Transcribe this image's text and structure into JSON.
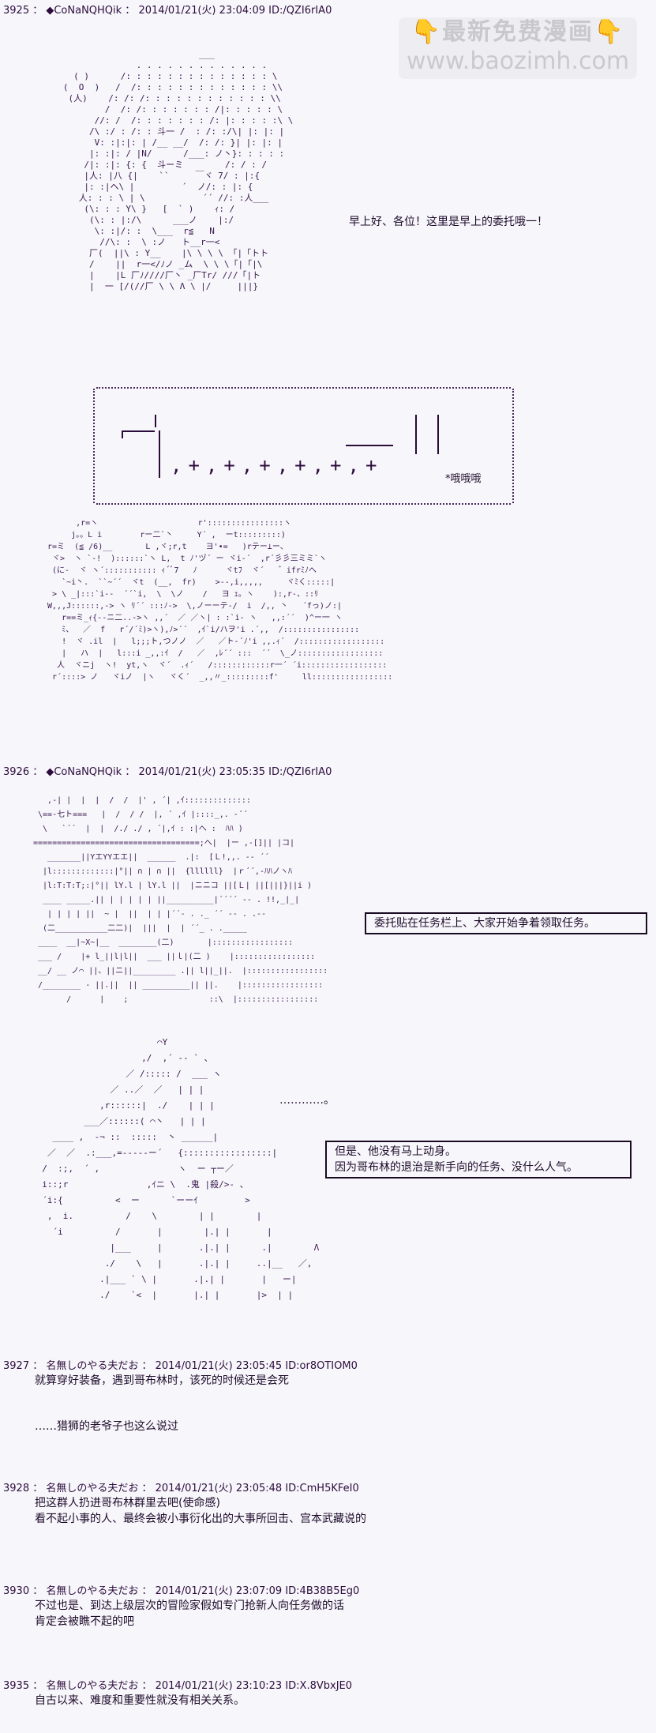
{
  "watermark": {
    "line1": "最新免费漫画",
    "line2": "www.baozimh.com",
    "hand_icon": "👇"
  },
  "posts": [
    {
      "number": "3925",
      "name": "◆CoNaNQHQik",
      "date": "2014/01/21(火) 23:04:09",
      "id": "ID:/QZI6rIA0",
      "header": "3925 ： ◆CoNaNQHQik ： 2014/01/21(火) 23:04:09 ID:/QZI6rIA0"
    },
    {
      "number": "3926",
      "name": "◆CoNaNQHQik",
      "date": "2014/01/21(火) 23:05:35",
      "id": "ID:/QZI6rIA0",
      "header": "3926 ： ◆CoNaNQHQik ： 2014/01/21(火) 23:05:35 ID:/QZI6rIA0"
    },
    {
      "number": "3927",
      "header": "3927 ： 名無しのやる夫だお ： 2014/01/21(火) 23:05:45 ID:or8OTIOM0",
      "lines": [
        "就算穿好装备，遇到哥布林时，该死的时候还是会死",
        "",
        "",
        "……猎狮的老爷子也这么说过"
      ]
    },
    {
      "number": "3928",
      "header": "3928 ： 名無しのやる夫だお ： 2014/01/21(火) 23:05:48 ID:CmH5KFeI0",
      "lines": [
        "把这群人扔进哥布林群里去吧(使命感)",
        "看不起小事的人、最终会被小事衍化出的大事所回击、宫本武藏说的"
      ]
    },
    {
      "number": "3930",
      "header": "3930 ： 名無しのやる夫だお ： 2014/01/21(火) 23:07:09 ID:4B38B5Eg0",
      "lines": [
        "不过也是、到达上级层次的冒险家假如专门抢新人向任务做的话",
        "肯定会被瞧不起的吧"
      ]
    },
    {
      "number": "3935",
      "header": "3935 ： 名無しのやる夫だお ： 2014/01/21(火) 23:10:23 ID:X.8VbxJE0",
      "lines": [
        "自古以来、难度和重要性就没有相关关系。"
      ]
    }
  ],
  "scene1": {
    "speech": "早上好、各位！这里是早上的委托哦一！",
    "sound_effect": "*哦哦哦"
  },
  "scene2": {
    "narration": "委托贴在任务栏上、大家开始争着领取任务。"
  },
  "scene3": {
    "ellipsis": "…………。",
    "narration_line1": "但是、他没有马上动身。",
    "narration_line2": "因为哥布林的退治是新手向的任务、没什么人气。",
    "helmet_text": "鬼 |殺"
  },
  "ascii": {
    "girl": "                             ___\n                 . . . . . . . . . . . . .\n     ( )      /: : : : : : : : : : : : : : \\\n   (  O  )   /  /: : : : : : : : : : : : : \\\\\n    (人)    /: /: /: : : : : : : : : : : : \\\\\n           /  /: /: : : : : : : /|: : : : : \\\n         //: /  /: : : : : : : /: |: : : : :\\ \\\n        /\\ :/ : /: : 斗一 /  : /: :/\\| |: |: |\n         V: :|:|: | /__ __/  /: /: }| |: |: |\n        |: :|: / |N/      /___: ノ丶}: : : : :\n       /|: :|: {: {  斗ーミ        /: / : /\n       |人: |八 {|    ``     ￣ヾ 7/ : |:{\n       |: :|ヘ\\ |         ´  ノ/: : |: {\n      人: : : \\ | \\           ´´ //: :人___\n       (\\: : : Y\\ }   [  ` )    ｨ: /\n        (\\: : |:/\\      ___ノ    |:/\n         \\: :|/: :  \\___  r≦   N\n          //\\: :  \\ :ノ   ト__r一<\n        厂(  ||\\ : Y__    |\\ \\ \\ \\ 「|「トト\n        /    ||  r一</ﾉノ _ム  \\ \\ \\「|「|\\\n        |    |L 厂ﾉ////厂丶 _厂Tr/ ///「|ト\n        |  一 [/(//厂 \\ \\ Λ \\ |/     |||}",
    "group": "       ,r=ヽ                     r'::::::::::::::::ヽ\n      j。。L i        rー二`丶     Y´ ,  ーt:::::::::)\n r=ミ  (≦ /6)__       L ,ヾ;r,t    ヨ'•=   )rテー⊥ー、\n  ヾ>  ヽ `-!  )::::::`ヽ L,  t ﾉ'ヅ´ ー ヾi-´  ,r´彡彡三ミミ`ヽ\n  (に-  ヾ ヽ´::::::::::: ｨ´ﾞ7   ﾉ      ヾtﾌ  ヾ´   ゛ifrﾐﾉへ\n    `~i丶.  ``~´´  ヾt  (__,  fr)    >--,i,,,,,     ヾﾐく:::::|\n  > \\ _|:::`i--  ´´`i,  \\  \\ノ    /   ヨ ｪ。ヽ    ):,r-、::ﾘ\n W,,,J::::::,-> ヽ ﾘ´´ :::ﾉ->  \\,ノーーテ-/  i  /,, 丶   ´fっ)ノ:|\n    r==ミ_ｨ{--ニ二..->ヽ ,,´  ／ ／ヽ| : :`i- ヽ   ,,:´´  )^ー一 ヽ\n    ﾐ、  ／  f   r´/´ﾐ)>ヽ),ﾉ>´´  ,ｲ`i/ハヲ'i .´,,  /::::::::::::::::\n    !  ヾ .il  |   l;;;ト,つノノ  ／   ／ト-´ﾉ'i ,,.ｨ´  /::::::::::::::::::\n    |   ハ  |   l:::i _,,:ｲ  /   ／  ,ﾚ´´ :::  ´´  \\_ノ::::::::::::::::::\n   人  ヾニj  ヽ!  yt,ヽ  ヾ´  .ｨ´   /::::::::::::r一´ ´i::::::::::::::::::\n  r´::::> ノ   ヾiノ  |ヽ   ヾく´  _,,〃_:::::::::f'     ll:::::::::::::::::",
    "building": "   ,-| |  |  |  /  /  |' , ´| ,ｲ::::::::::::::\n \\==-七ト===   |  /  / /  |, ´ ,ｲ |::::_,. -´´\n  \\   `´´  |  |  /./ ./ , ´|,ｲ : :|へ :  ﾊﾊ )\n===================================;へ|  |ー ,-[]|| |コ|\n   _______||YエYYエエ||  ______  .|:  [Ｌ!,,. -- ´´\n  |l:::::::::::::|°|| ∩ | ∩ ||  {llllll}  |ｒ´´,-ﾊﾊノヽﾊ \n  |l:T:T:T;:|°|| lY.l | lY.l ||  |ニニコ ||[Ｌ| ||[|||}||i )\n  ____ _____.|| | | | | | ||__________|´´´´ -- . !!,_|_|\n   | | | | ||  ~ |  ||  | | |´´- . ._ ´´ -- . .-- \n  (二___________二二)|  |||  |  | ´´_ . ._____\n ____  __|~X~|__  ________(二)       |:::::::::::::::::\n ___ /    |+ l_||l|l||  ___ ||ｌ|(二 )    |:::::::::::::::::\n __/ __ ノ⌒ ||、||ニ||_________ .|| l||_||.  |:::::::::::::::::\n /________ - ||.||  || __________|| ||.    |:::::::::::::::::\n       /      |    ;                 ::\\  |:::::::::::::::::",
    "knight": "                        ⌒Y\n                     ,/  ,´ -- ` 、\n                  ／ /::::: /  ___ ヽ\n               ／ ..／  ／   | | |\n             ,r::::::|  ./    | | |\n          ___／::::::( ⌒丶   | | |\n    ____ ,  -¬ ::  :::::  丶 ______|\n   ／  ／  .:___,=-----ー´   {:::::::::::::::::|\n  /  :;,  ´ ,               ヽ  ー ┬ー／\n  i::;r               ,ｲニ \\  .鬼 |殺/>- 、\n  ´i:{          <  ー      `ーーｲ         >\n   ,  i.          /    \\        | |        |\n    ´i          /       |        |.| |       |\n               |___     |       .|.| |      .|        Λ\n              ./    \\   |       .|.| |     ..|__   ／,\n             .|___ ` \\ |       .|.| |       |   ー|\n             ./    `<  |       |.| |       |>  | |"
  }
}
